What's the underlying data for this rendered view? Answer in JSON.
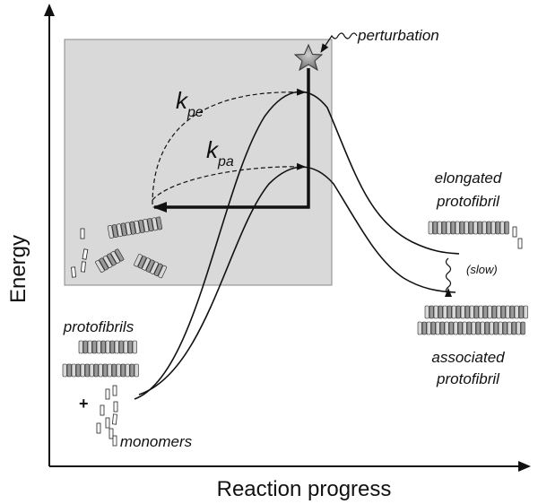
{
  "axes": {
    "y_label": "Energy",
    "x_label": "Reaction progress"
  },
  "labels": {
    "perturbation": "perturbation",
    "k": "k",
    "k_pe_sub": "pe",
    "k_pa_sub": "pa",
    "elongated_line1": "elongated",
    "elongated_line2": "protofibril",
    "slow": "(slow)",
    "associated_line1": "associated",
    "associated_line2": "protofibril",
    "protofibrils": "protofibrils",
    "plus": "+",
    "monomers": "monomers"
  },
  "colors": {
    "shaded_box": "#d9d9d9",
    "line": "#111111",
    "star": "#8a8a8a"
  },
  "icons": {
    "perturbation": "star-icon"
  }
}
